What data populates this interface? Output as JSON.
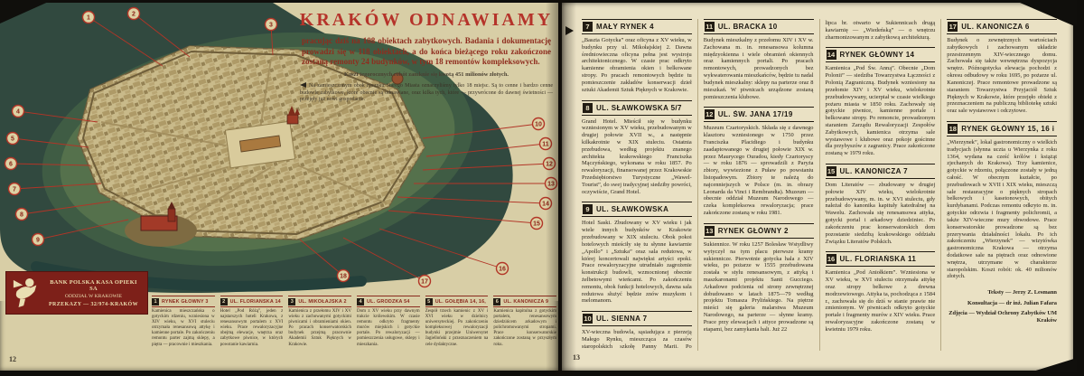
{
  "left_page": {
    "page_number": "12",
    "title": "KRAKÓW ODNAWIAMY",
    "lede": "pracując dziś na 108 obiektach zabytkowych. Badania i dokumentację prowadzi się w 118 obiektach, a do końca bieżącego roku zakończone zostaną remonty 24 budynków, w tym 18 remontów kompleksowych.",
    "cost_line": "Koszt tegorocznych robót zamknie się kwotą 451 milionów złotych.",
    "map_note": "Na zamieszczonym obok rysunku Starego Miasta oznaczyliśmy tylko 18 miejsc. Są to cenne i bardzo cenne budowle zabytkowe, które obecnie są odnawiane, oraz kilka tych, które — przywrócone do dawnej świetności — przejęły już nowi gospodarze.",
    "bank_banner": {
      "line1": "BANK POLSKA KASA OPIEKI SA",
      "line2": "ODDZIAŁ W KRAKOWIE",
      "line3": "PRZEKAZY — 32/974-KRAKÓW"
    },
    "markers": [
      "1",
      "2",
      "3",
      "4",
      "5",
      "6",
      "7",
      "8",
      "9",
      "10",
      "11",
      "12",
      "13",
      "14",
      "15",
      "16",
      "17",
      "18"
    ],
    "entries": [
      {
        "num": "1",
        "title": "RYNEK GŁÓWNY 3",
        "body": "Kamienica mieszczańska o gotyckim rdzeniu, wzniesiona w XIV wieku, w XVI stuleciu otrzymała renesansową attykę i kamienne portale. Po zakończeniu remontu parter zajmą sklepy, a piętra — pracownie i mieszkania."
      },
      {
        "num": "2",
        "title": "UL. FLORIAŃSKA 14",
        "body": "Hotel „Pod Różą”, jeden z najstarszych hoteli Krakowa, z renesansowym portalem z XVI wieku. Prace rewaloryzacyjne obejmą elewacje, wnętrza oraz zabytkowe piwnice, w których powstanie kawiarnia."
      },
      {
        "num": "3",
        "title": "UL. MIKOŁAJSKA 2",
        "body": "Kamienica z przełomu XIV i XV wieku z zachowanymi gotyckimi piwnicami i obramieniami okien. Po pracach konserwatorskich budynek przejmą pracownie Akademii Sztuk Pięknych w Krakowie."
      },
      {
        "num": "4",
        "title": "UL. GRODZKA 54",
        "body": "Dom z XV wieku przy dawnym trakcie królewskim. W czasie remontu odkryto fragmenty murów miejskich i gotyckie portale. Po rewaloryzacji — pomieszczenia usługowe, sklepy i mieszkania."
      },
      {
        "num": "5",
        "title": "UL. GOŁĘBIA 14, 16, 18",
        "body": "Zespół trzech kamienic z XV i XVI wieku w dzielnicy uniwersyteckiej. Po zakończeniu kompleksowej rewaloryzacji budynki przejmie Uniwersytet Jagielloński z przeznaczeniem na cele dydaktyczne."
      },
      {
        "num": "6",
        "title": "UL. KANONICZA 9",
        "body": "Kamienica kapitulna z gotyckim portalem, renesansowym dziedzińcem arkadowym i polichromowanymi stropami. Prace konserwatorskie zakończone zostaną w przyszłym roku."
      }
    ]
  },
  "right_page": {
    "page_number": "13",
    "continuation": "lipca br. otwarto w Sukiennicach drugą kawiarnię — „Wiedeńską” — o wnętrzu zharmonizowanym z zabytkową architekturą.",
    "entries": [
      {
        "num": "7",
        "title": "MAŁY RYNEK 4",
        "body": "„Baszta Gotycka” oraz oficyna z XV wieku, w budynku przy ul. Mikołajskiej 2. Dawna średniowieczna oficyna pełna jest wystroju architektonicznego. W czasie prac odkryto kamienne obramienia okien i belkowane stropy. Po pracach remontowych będzie tu pomieszczenie zakładów konserwacji dzieł sztuki Akademii Sztuk Pięknych w Krakowie."
      },
      {
        "num": "8",
        "title": "UL. SŁAWKOWSKA 5/7",
        "body": "Grand Hotel. Mieścił się w budynku wzniesionym w XV wieku, przebudowanym w drugiej połowie XVII w., a następnie kilkakrotnie w XIX stuleciu. Ostatnia przebudowa, według projektu znanego architekta krakowskiego Franciszka Mączyńskiego, wykonana w roku 1857. Po rewaloryzacji, finansowanej przez Krakowskie Przedsiębiorstwo Turystyczne „Wawel-Tourist”, do swej tradycyjnej siedziby powróci, oczywiście, Grand Hotel."
      },
      {
        "num": "9",
        "title": "UL. SŁAWKOWSKA",
        "body": "Hotel Saski. Zbudowany w XV wieku i jak wiele innych budynków w Krakowie przebudowany w XIX stuleciu. Obok pokoi hotelowych mieściły się tu słynne kawiarnie „Apollo” i „Sztuka” oraz sala redutowa, w której koncertowali najwięksi artyści epoki. Prace rewaloryzacyjne utrudniało zagrożenie konstrukcji budowli, wzmocnionej obecnie żelbetowymi wieńcami. Po zakończeniu remontu, obok funkcji hotelowych, dawna sala redutowa służyć będzie znów muzykom i melomanom."
      },
      {
        "num": "10",
        "title": "UL. SIENNA 7",
        "body": "XV-wieczna budowla, sąsiadująca z pierzeją Małego Rynku, mieszcząca za czasów staropolskich szkołę Panny Marii. Po rewaloryzacji znajdą tu pomieszczenia: na parterze sklepy i pracownie usługowe, na piętrach mieszkania, a w części piwnicznej — teatrzyk „Cricot 2” — Tadeusza Kantora."
      },
      {
        "num": "11",
        "title": "UL. BRACKA 10",
        "body": "Budynek mieszkalny z przełomu XIV i XV w. Zachowana m. in. renesansowa kolumna międzyokienna i wiele obramień okiennych oraz kamiennych portali. Po pracach remontowych, prowadzonych bez wykwaterowania mieszkańców, będzie tu nadal budynek mieszkalny: sklepy na parterze oraz 8 mieszkań. W piwnicach urządzone zostaną pomieszczenia klubowe."
      },
      {
        "num": "12",
        "title": "UL. ŚW. JANA 17/19",
        "body": "Muzeum Czartoryskich. Składa się z dawnego klasztoru wzniesionego w 1750 przez Franciszka Placidiego i budynku zaadaptowanego w drugiej połowie XIX w. przez Maurycego Ouradou, kiedy Czartoryscy — w roku 1876 — sprowadzili z Paryża zbiory, wywiezione z Puław po powstaniu listopadowym. Zbiory te należą do najcenniejszych w Polsce (m. in. obrazy Leonarda da Vinci i Rembrandta). Muzeum — obecnie oddział Muzeum Narodowego — czeka kompleksowa rewaloryzacja; prace zakończone zostaną w roku 1981."
      },
      {
        "num": "13",
        "title": "RYNEK GŁÓWNY 2",
        "body": "Sukiennice. W roku 1257 Bolesław Wstydliwy wytyczył na tym placu pierwsze kramy sukiennicze. Pierwotnie gotycka hala z XIV wieku, po pożarze w 1555 przebudowana została w stylu renesansowym, z attyką i maszkaronami projektu Santi Gucciego. Arkadowe podcienia od strony zewnętrznej dobudowano w latach 1875—79 według projektu Tomasza Prylińskiego. Na piętrze mieści się galeria malarstwa Muzeum Narodowego, na parterze — słynne kramy. Prace przy elewacjach i attyce prowadzone są etapami, bez zamykania hali. Już 22"
      },
      {
        "num": "14",
        "title": "RYNEK GŁÓWNY 14",
        "body": "Kamienica „Pod Św. Anną”. Obecnie „Dom Polonii” — siedziba Towarzystwa Łączności z Polonią Zagraniczną. Budynek wzniesiony na przełomie XIV i XV wieku, wielokrotnie przebudowywany, ucierpiał w czasie wielkiego pożaru miasta w 1850 roku. Zachowały się gotyckie piwnice, kamienne portale i belkowane stropy. Po remoncie, prowadzonym staraniem Zarządu Rewaloryzacji Zespołów Zabytkowych, kamienica otrzyma sale wystawowe i klubowe oraz pokoje gościnne dla przybyszów z zagranicy. Prace zakończone zostaną w 1979 roku."
      },
      {
        "num": "15",
        "title": "UL. KANONICZA 7",
        "body": "Dom Literatów — zbudowany w drugiej połowie XIV wieku, wielokrotnie przebudowywany, m. in. w XVI stuleciu, gdy należał do kanonika kapituły katedralnej na Wawelu. Zachowała się renesansowa attyka, gotycki portal i arkadowy dziedziniec. Po zakończeniu prac konserwatorskich dom pozostanie siedzibą krakowskiego oddziału Związku Literatów Polskich."
      },
      {
        "num": "16",
        "title": "UL. FLORIAŃSKA 11",
        "body": "Kamienica „Pod Aniołkiem”. Wzniesiona w XV wieku, w XVI stuleciu otrzymała attykę oraz stropy belkowe z drewna modrzewiowego. Attyka ta, pochodząca z 1584 r., zachowała się do dziś w stanie prawie nie zmienionym. W piwnicach odkryto gotyckie portale i fragmenty murów z XIV wieku. Prace rewaloryzacyjne zakończone zostaną w kwietniu 1979 roku."
      },
      {
        "num": "17",
        "title": "UL. KANONICZA 6",
        "body": "Budynek o zewnętrznych wartościach zabytkowych i zachowanym układzie przestrzennym XIV-wiecznego domu. Zachowała się także wewnętrzna dyspozycja wnętrz. Późnogotycka elewacja pochodzi z okresu odbudowy w roku 1695, po pożarze ul. Kanoniczej. Prace remontowe prowadzone są staraniem Towarzystwa Przyjaciół Sztuk Pięknych w Krakowie, które przejęło obiekt z przeznaczeniem na publiczną bibliotekę sztuki oraz sale wystawowe i odczytowe."
      },
      {
        "num": "18",
        "title": "RYNEK GŁÓWNY 15, 16 i 17",
        "body": "„Wierzynek”, lokal gastronomiczny o wielkich tradycjach (słynna uczta u Wierzynka z roku 1364, wydana na cześć królów i książąt zjechanych do Krakowa). Trzy kamienice, gotyckie w rdzeniu, połączone zostały w jedną całość. W obecnym kształcie, po przebudowach w XVII i XIX wieku, mieszczą sale restauracyjne o pięknych stropach belkowych i kasetonowych, obitych kurdybanami. Podczas remontu odkryto m. in. gotyckie odrzwia i fragmenty polichromii, a także XIV-wieczne mury obwodowe. Prace konserwatorskie prowadzone są bez przerywania działalności lokalu. Po ich zakończeniu „Wierzynek” — wizytówka gastronomiczna Krakowa — otrzyma dodatkowe sale na piętrach oraz odnowione wnętrza, utrzymane w charakterze staropolskim. Koszt robót: ok. 40 milionów złotych."
      }
    ],
    "credits": [
      "Teksty — Jerzy Z. Lesmann",
      "Konsultacja — dr inż. Julian Fafara",
      "Zdjęcia — Wydział Ochrony Zabytków UM Kraków"
    ]
  }
}
